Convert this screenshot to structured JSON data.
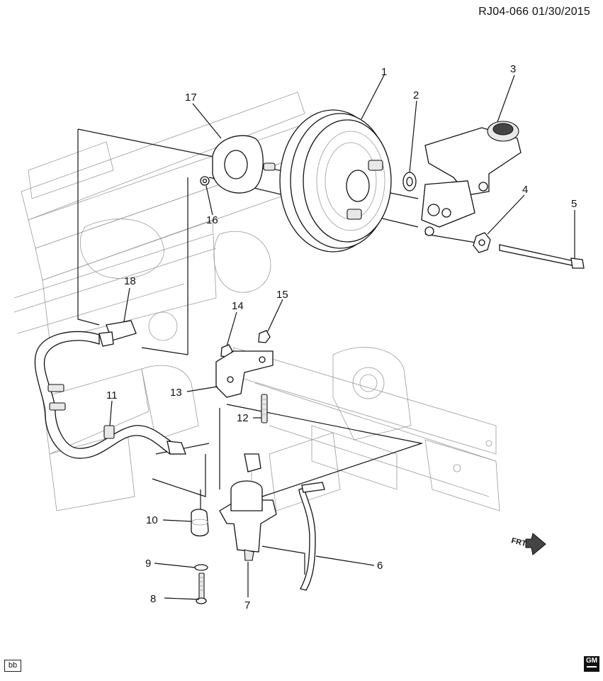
{
  "header": {
    "doc_id": "RJ04-066  01/30/2015"
  },
  "footer": {
    "bb_label": "bb",
    "logo_text": "GM"
  },
  "direction": {
    "label": "FRT"
  },
  "callouts": [
    {
      "id": "c1",
      "label": "1"
    },
    {
      "id": "c2",
      "label": "2"
    },
    {
      "id": "c3",
      "label": "3"
    },
    {
      "id": "c4",
      "label": "4"
    },
    {
      "id": "c5",
      "label": "5"
    },
    {
      "id": "c6",
      "label": "6"
    },
    {
      "id": "c7",
      "label": "7"
    },
    {
      "id": "c8",
      "label": "8"
    },
    {
      "id": "c9",
      "label": "9"
    },
    {
      "id": "c10",
      "label": "10"
    },
    {
      "id": "c11",
      "label": "11"
    },
    {
      "id": "c12",
      "label": "12"
    },
    {
      "id": "c13",
      "label": "13"
    },
    {
      "id": "c14",
      "label": "14"
    },
    {
      "id": "c15",
      "label": "15"
    },
    {
      "id": "c16",
      "label": "16"
    },
    {
      "id": "c17",
      "label": "17"
    },
    {
      "id": "c18",
      "label": "18"
    }
  ]
}
